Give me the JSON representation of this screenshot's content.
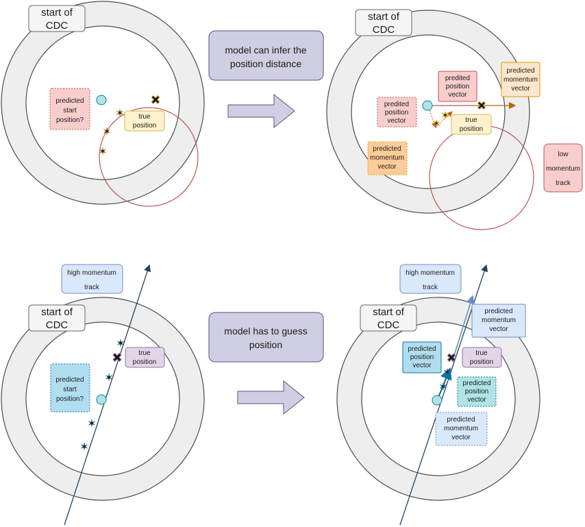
{
  "panels": [
    {
      "cdc_label": [
        "start of",
        "CDC"
      ],
      "box_labels": {
        "predicted_start": [
          "predicted",
          "start",
          "position?"
        ],
        "true_position": [
          "true",
          "position"
        ]
      }
    },
    {
      "cdc_label": [
        "start of",
        "CDC"
      ],
      "box_labels": {
        "predicted_position_vector_a": [
          "predited",
          "position",
          "vector"
        ],
        "predicted_position_vector_b": [
          "predited",
          "position",
          "vector"
        ],
        "predicted_momentum_vector_a": [
          "predicted",
          "momentum",
          "vector"
        ],
        "predicted_momentum_vector_b": [
          "predicted",
          "momentum",
          "vector"
        ],
        "true_position": [
          "true",
          "position"
        ],
        "low_momentum_track": [
          "low",
          "momentum",
          "track"
        ]
      }
    },
    {
      "cdc_label": [
        "start of",
        "CDC"
      ],
      "box_labels": {
        "high_momentum_track": [
          "high momentum",
          "track"
        ],
        "predicted_start": [
          "predicted",
          "start",
          "position?"
        ],
        "true_position": [
          "true",
          "position"
        ]
      }
    },
    {
      "cdc_label": [
        "start of",
        "CDC"
      ],
      "box_labels": {
        "high_momentum_track": [
          "high momentum",
          "track"
        ],
        "predicted_momentum_vector_a": [
          "predicted",
          "momentum",
          "vector"
        ],
        "predicted_position_vector_a": [
          "predicted",
          "position",
          "vector"
        ],
        "true_position": [
          "true",
          "position"
        ],
        "predicted_position_vector_b": [
          "predicted",
          "position",
          "vector"
        ],
        "predicted_momentum_vector_b": [
          "predicted",
          "momentum",
          "vector"
        ]
      }
    }
  ],
  "captions": {
    "top": [
      "model can infer the",
      "position distance"
    ],
    "bottom": [
      "model has to guess",
      "position"
    ]
  },
  "colors": {
    "ring_fill": "#eeeeee",
    "ring_stroke": "#4d4d4d",
    "caption_fill": "#d0cee2",
    "caption_stroke": "#56517e",
    "pink_fill": "#f8cecc",
    "pink_stroke": "#b85450",
    "yellow_fill": "#fff2cc",
    "yellow_stroke": "#d6b656",
    "orange_fill": "#ffe6cc",
    "orange_stroke": "#d79b00",
    "blue_fill": "#dae8fc",
    "blue_stroke": "#6c8ebf",
    "cyan_fill": "#b1ddf0",
    "cyan_stroke": "#10739e",
    "purple_fill": "#e1d5e7",
    "purple_stroke": "#9673a6",
    "teal_fill": "#b0e3e6",
    "teal_stroke": "#0e8088",
    "track_red": "#b85450",
    "track_dark": "#23445d",
    "arrow_orange": "#b46504"
  }
}
